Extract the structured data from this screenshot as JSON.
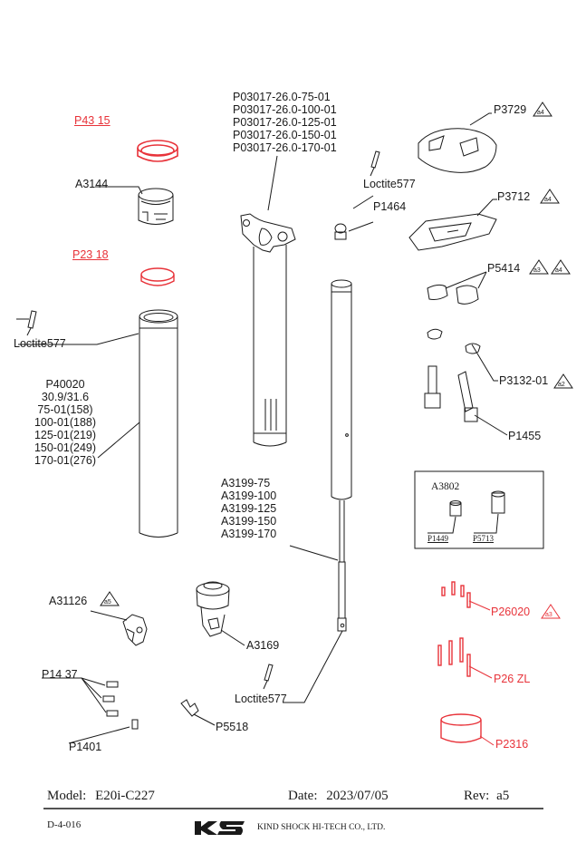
{
  "sheet": {
    "top_label_stack": [
      "P03017-26.0-75-01",
      "P03017-26.0-100-01",
      "P03017-26.0-125-01",
      "P03017-26.0-150-01",
      "P03017-26.0-170-01"
    ],
    "parts_left": {
      "p4315": "P43 15",
      "a3144": "A3144",
      "p2318": "P23 18",
      "loctite_top": "Loctite577",
      "p40020_stack": [
        "P40020",
        "30.9/31.6",
        "75-01(158)",
        "100-01(188)",
        "125-01(219)",
        "150-01(249)",
        "170-01(276)"
      ]
    },
    "parts_center": {
      "loctite_right": "Loctite577",
      "p1464": "P1464",
      "a3199_stack": [
        "A3199-75",
        "A3199-100",
        "A3199-125",
        "A3199-150",
        "A3199-170"
      ],
      "loctite_bottom": "Loctite577"
    },
    "parts_right": {
      "p3729": "P3729",
      "p3712": "P3712",
      "p5414": "P5414",
      "p3132": "P3132-01",
      "p1455": "P1455",
      "a3802": "A3802",
      "p1449": "P1449",
      "p5713": "P5713",
      "p26020": "P26020",
      "p26zl": "P26 ZL",
      "p2316": "P2316"
    },
    "parts_bottom_left": {
      "a31126": "A31126",
      "a3169": "A3169",
      "p1437": "P14 37",
      "p1401": "P1401",
      "p5518": "P5518"
    },
    "rev_marks": {
      "a4": "a4",
      "a3": "a3",
      "a2": "a2",
      "a5": "a5"
    },
    "colors": {
      "line": "#1a1a1a",
      "red": "#e8333a",
      "paper": "#ffffff"
    }
  },
  "footer": {
    "model_label": "Model:",
    "model_value": "E20i-C227",
    "date_label": "Date:",
    "date_value": "2023/07/05",
    "rev_label": "Rev:",
    "rev_value": "a5",
    "doc_code": "D-4-016",
    "company": "KIND SHOCK HI-TECH CO., LTD."
  }
}
